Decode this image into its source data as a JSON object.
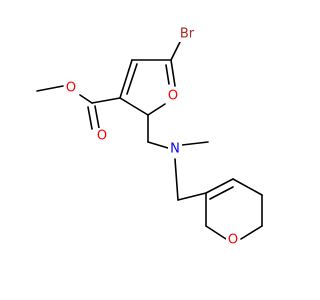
{
  "molecule": {
    "atom_labels": {
      "br": "Br",
      "o_ring": "O",
      "o_carbonyl": "O",
      "o_ester": "O",
      "n_amine": "N",
      "o_pyran": "O"
    },
    "colors": {
      "bond": "#000000",
      "carbon": "#000000",
      "bromine": "#a52a2a",
      "oxygen": "#ff0000",
      "nitrogen": "#0000ff"
    }
  }
}
